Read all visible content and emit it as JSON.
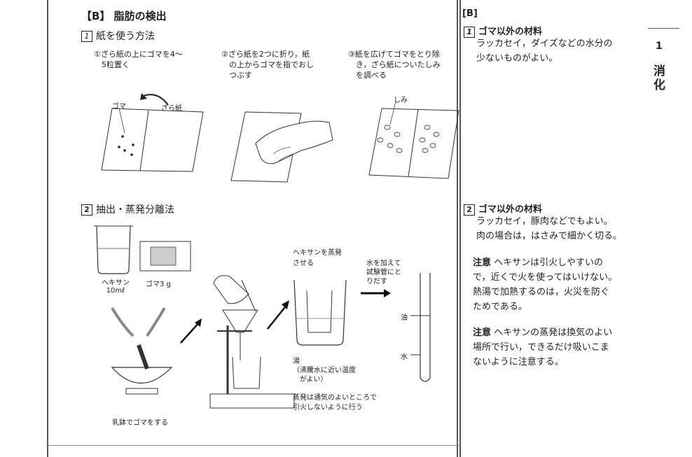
{
  "section": {
    "title": "【B】 脂肪の検出"
  },
  "method1": {
    "num": "1",
    "title": "紙を使う方法",
    "step1": "①ざら紙の上にゴマを4〜\n　5粒置く",
    "step2": "②ざら紙を2つに折り，紙\n　の上からゴマを指でおし\n　つぶす",
    "step3": "③紙を広げてゴマをとり除\n　き，ざら紙についたしみ\n　を調べる",
    "label_goma": "ゴマ",
    "label_zarashi": "ざら紙",
    "label_shimi": "しみ"
  },
  "method2": {
    "num": "2",
    "title": "抽出・蒸発分離法",
    "label_hexane": "ヘキサン\n10mℓ",
    "label_goma": "ゴマ3 g",
    "label_mortar": "乳鉢でゴマをする",
    "label_evaporate": "ヘキサンを蒸発\nさせる",
    "label_add_water": "水を加えて\n試験管にと\nりだす",
    "label_yu": "湯\n（沸騰水に近い温度\n　がよい）",
    "label_caution": "蒸発は通気のよいところで\n引火しないように行う",
    "label_oil": "油",
    "label_water": "水"
  },
  "side": {
    "header": "[B]",
    "item1_num": "1",
    "item1_title": "ゴマ以外の材料",
    "item1_body": "ラッカセイ，ダイズなどの水分の\n少ないものがよい。",
    "item2_num": "2",
    "item2_title": "ゴマ以外の材料",
    "item2_body": "ラッカセイ，豚肉などでもよい。\n肉の場合は，はさみで細かく切る。",
    "note1_kw": "注意",
    "note1_body": "ヘキサンは引火しやすいの\nで，近くで火を使ってはいけない。\n熱湯で加熱するのは，火災を防ぐ\nためである。",
    "note2_kw": "注意",
    "note2_body": "ヘキサンの蒸発は換気のよい\n場所で行い，できるだけ吸いこま\nないように注意する。"
  },
  "tab": {
    "number": "1",
    "title": "消\n化"
  }
}
